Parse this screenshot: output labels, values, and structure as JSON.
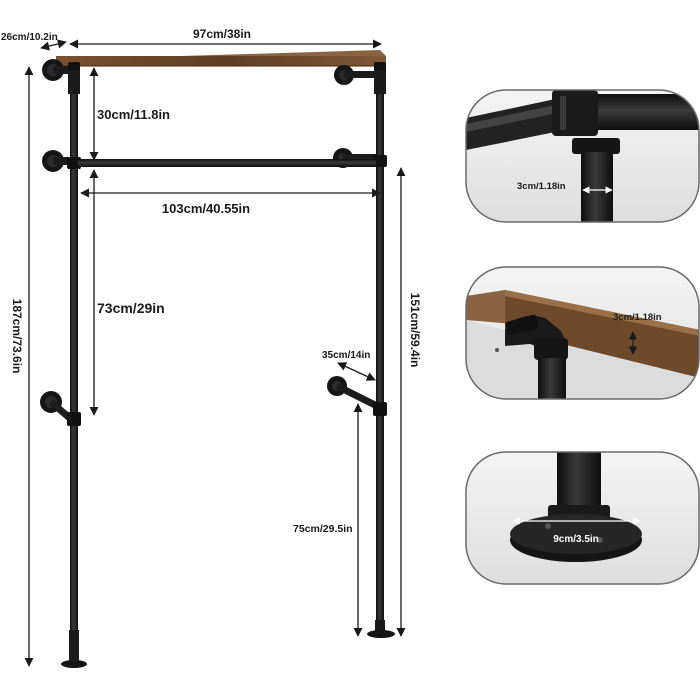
{
  "dimensions": {
    "shelf_depth": "26cm/10.2in",
    "shelf_width": "97cm/38in",
    "upper_gap": "30cm/11.8in",
    "rail_width": "103cm/40.55in",
    "lower_gap": "73cm/29in",
    "total_height": "187cm/73.6in",
    "right_height": "151cm/59.4in",
    "arm_length": "35cm/14in",
    "arm_height": "75cm/29.5in"
  },
  "details": {
    "pipe_diameter": "3cm/1.18in",
    "shelf_thickness": "3cm/1.18in",
    "flange_diameter": "9cm/3.5in"
  },
  "colors": {
    "pipe": "#1c1c1c",
    "wood": "#6e4a2c",
    "wood_dark": "#4a2f1a",
    "outline": "#6a6a6a",
    "measure": "#1a1a1a"
  }
}
